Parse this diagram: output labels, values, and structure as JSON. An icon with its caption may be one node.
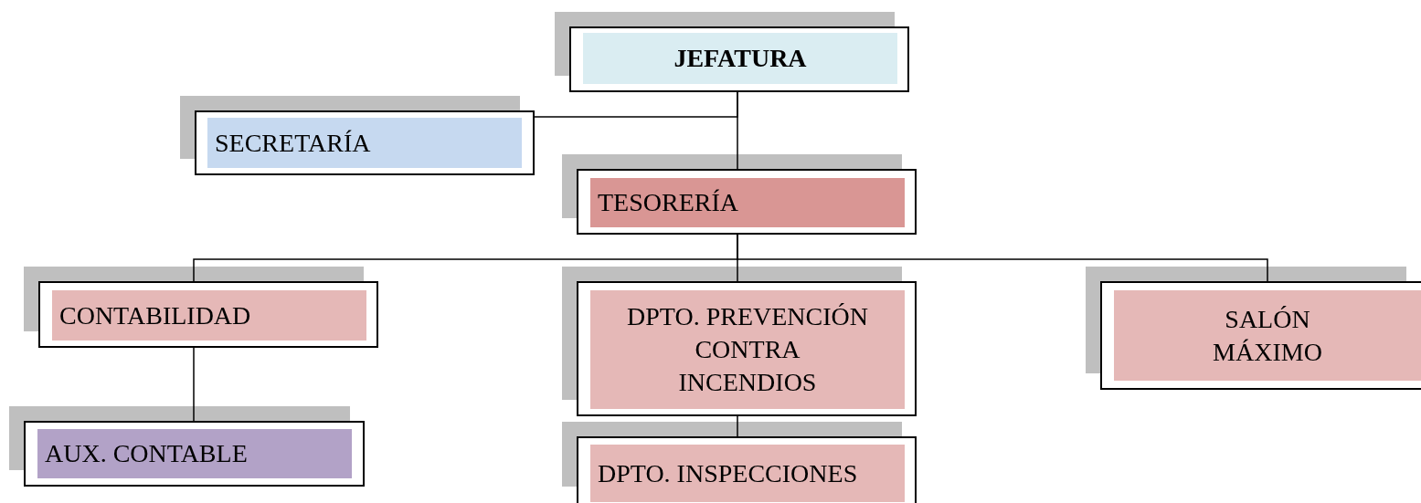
{
  "diagram": {
    "nodes": [
      {
        "text": [
          "JEFATURA"
        ]
      },
      {
        "text": [
          "SECRETARÍA"
        ]
      },
      {
        "text": [
          "TESORERÍA"
        ]
      },
      {
        "text": [
          "CONTABILIDAD"
        ]
      },
      {
        "text": [
          "DPTO. PREVENCIÓN CONTRA INCENDIOS"
        ]
      },
      {
        "text": [
          "SALÓN MÁXIMO"
        ]
      },
      {
        "text": [
          "AUX. CONTABLE"
        ]
      },
      {
        "text": [
          "DPTO. INSPECCIONES"
        ]
      }
    ],
    "edges": [
      {
        "from": 0,
        "to": 2,
        "arrow": "none"
      },
      {
        "from": 0,
        "to": 1,
        "arrow": "none"
      },
      {
        "from": 2,
        "to": 3,
        "arrow": "none"
      },
      {
        "from": 2,
        "to": 4,
        "arrow": "none"
      },
      {
        "from": 2,
        "to": 5,
        "arrow": "none"
      },
      {
        "from": 3,
        "to": 6,
        "arrow": "none"
      },
      {
        "from": 4,
        "to": 7,
        "arrow": "none"
      }
    ]
  }
}
